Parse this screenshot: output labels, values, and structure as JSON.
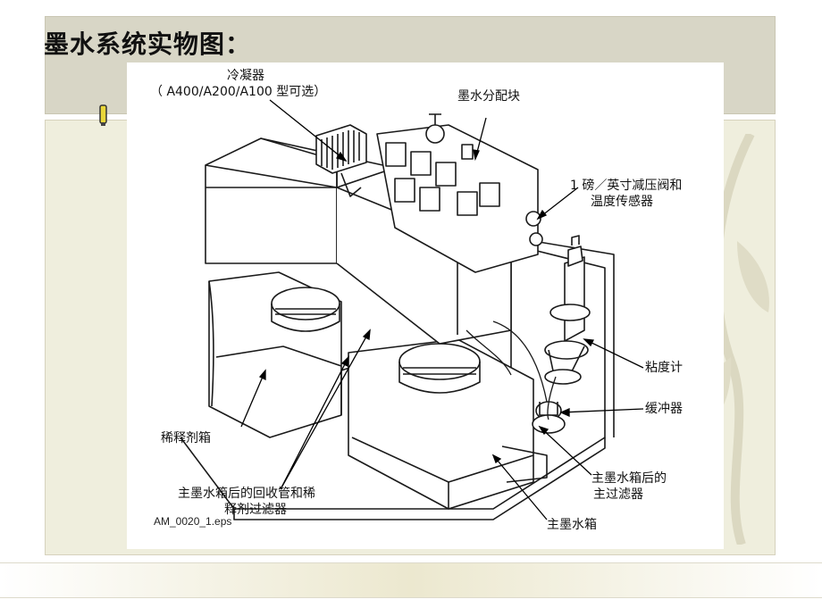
{
  "slide": {
    "title": "墨水系统实物图："
  },
  "diagram": {
    "labels": {
      "condenser": "冷凝器",
      "condenser_models": "（ A400/A200/A100 型可选）",
      "ink_manifold": "墨水分配块",
      "pressure_valve_line1": "1 磅／英寸减压阀和",
      "pressure_valve_line2": "温度传感器",
      "viscometer": "粘度计",
      "damper": "缓冲器",
      "solvent_tank": "稀释剂箱",
      "return_filter_line1": "主墨水箱后的回收管和稀",
      "return_filter_line2": "释剂过滤器",
      "main_filter_line1": "主墨水箱后的",
      "main_filter_line2": "主过滤器",
      "main_tank": "主墨水箱"
    },
    "source_file": "AM_0020_1.eps"
  }
}
